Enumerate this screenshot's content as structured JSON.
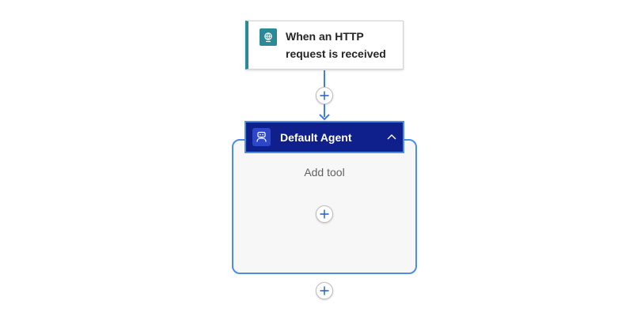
{
  "trigger": {
    "title": "When an HTTP request is received",
    "icon": "http-request-icon",
    "accent_color": "#2b8a95"
  },
  "agent": {
    "title": "Default Agent",
    "icon": "agent-robot-icon",
    "header_color": "#0f1f8c",
    "border_color": "#4a8ee8",
    "add_tool_label": "Add tool",
    "collapse_icon": "chevron-up-icon"
  },
  "connectors": {
    "color": "#3b7ee6",
    "add_icon": "plus-icon"
  }
}
